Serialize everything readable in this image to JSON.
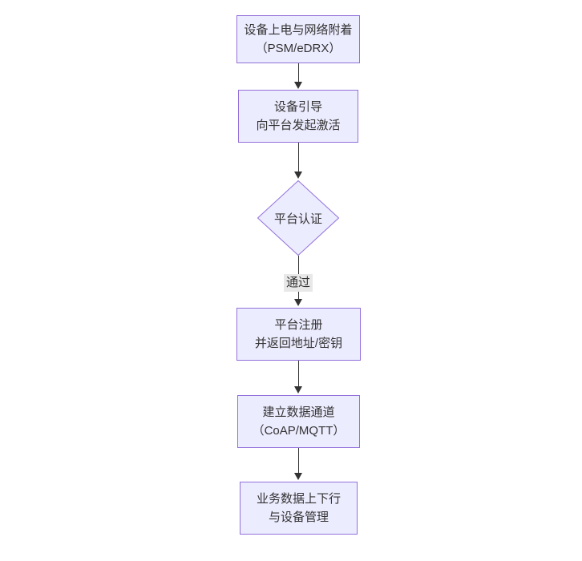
{
  "diagram": {
    "type": "flowchart",
    "direction": "top-down",
    "colors": {
      "background": "#ffffff",
      "node_fill": "#ECECFF",
      "node_border": "#9370DB",
      "edge_color": "#333333",
      "edge_label_bg": "#e8e8e8",
      "text_color": "#333333"
    },
    "nodes": [
      {
        "id": "power-on-attach",
        "shape": "rect",
        "lines": [
          "设备上电与网络附着",
          "（PSM/eDRX）"
        ]
      },
      {
        "id": "bootstrap-activate",
        "shape": "rect",
        "lines": [
          "设备引导",
          "向平台发起激活"
        ]
      },
      {
        "id": "platform-auth",
        "shape": "diamond",
        "lines": [
          "平台认证"
        ]
      },
      {
        "id": "platform-register",
        "shape": "rect",
        "lines": [
          "平台注册",
          "并返回地址/密钥"
        ]
      },
      {
        "id": "data-channel",
        "shape": "rect",
        "lines": [
          "建立数据通道",
          "（CoAP/MQTT）"
        ]
      },
      {
        "id": "business-data",
        "shape": "rect",
        "lines": [
          "业务数据上下行",
          "与设备管理"
        ]
      }
    ],
    "edges": [
      {
        "from": "power-on-attach",
        "to": "bootstrap-activate",
        "label": ""
      },
      {
        "from": "bootstrap-activate",
        "to": "platform-auth",
        "label": ""
      },
      {
        "from": "platform-auth",
        "to": "platform-register",
        "label": "通过"
      },
      {
        "from": "platform-register",
        "to": "data-channel",
        "label": ""
      },
      {
        "from": "data-channel",
        "to": "business-data",
        "label": ""
      }
    ]
  }
}
